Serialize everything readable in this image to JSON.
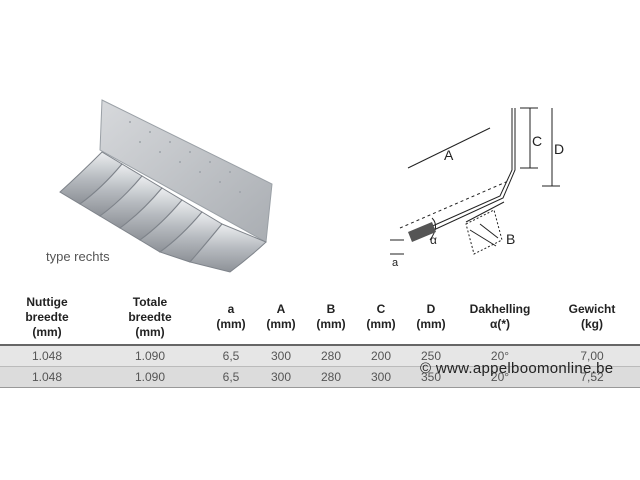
{
  "product": {
    "caption": "type rechts"
  },
  "diagram": {
    "labels": {
      "A": "A",
      "B": "B",
      "C": "C",
      "D": "D",
      "a": "a",
      "alpha": "α"
    }
  },
  "table": {
    "headers": [
      [
        "Nuttige",
        "breedte",
        "(mm)"
      ],
      [
        "Totale",
        "breedte",
        "(mm)"
      ],
      [
        "a",
        "(mm)"
      ],
      [
        "A",
        "(mm)"
      ],
      [
        "B",
        "(mm)"
      ],
      [
        "C",
        "(mm)"
      ],
      [
        "D",
        "(mm)"
      ],
      [
        "Dakhelling",
        "α(*)"
      ],
      [
        "Gewicht",
        "(kg)"
      ]
    ],
    "rows": [
      [
        "1.048",
        "1.090",
        "6,5",
        "300",
        "280",
        "200",
        "250",
        "20°",
        "7,00"
      ],
      [
        "1.048",
        "1.090",
        "6,5",
        "300",
        "280",
        "300",
        "350",
        "20°",
        "7,52"
      ]
    ]
  },
  "watermark": "© www.appelboomonline.be"
}
